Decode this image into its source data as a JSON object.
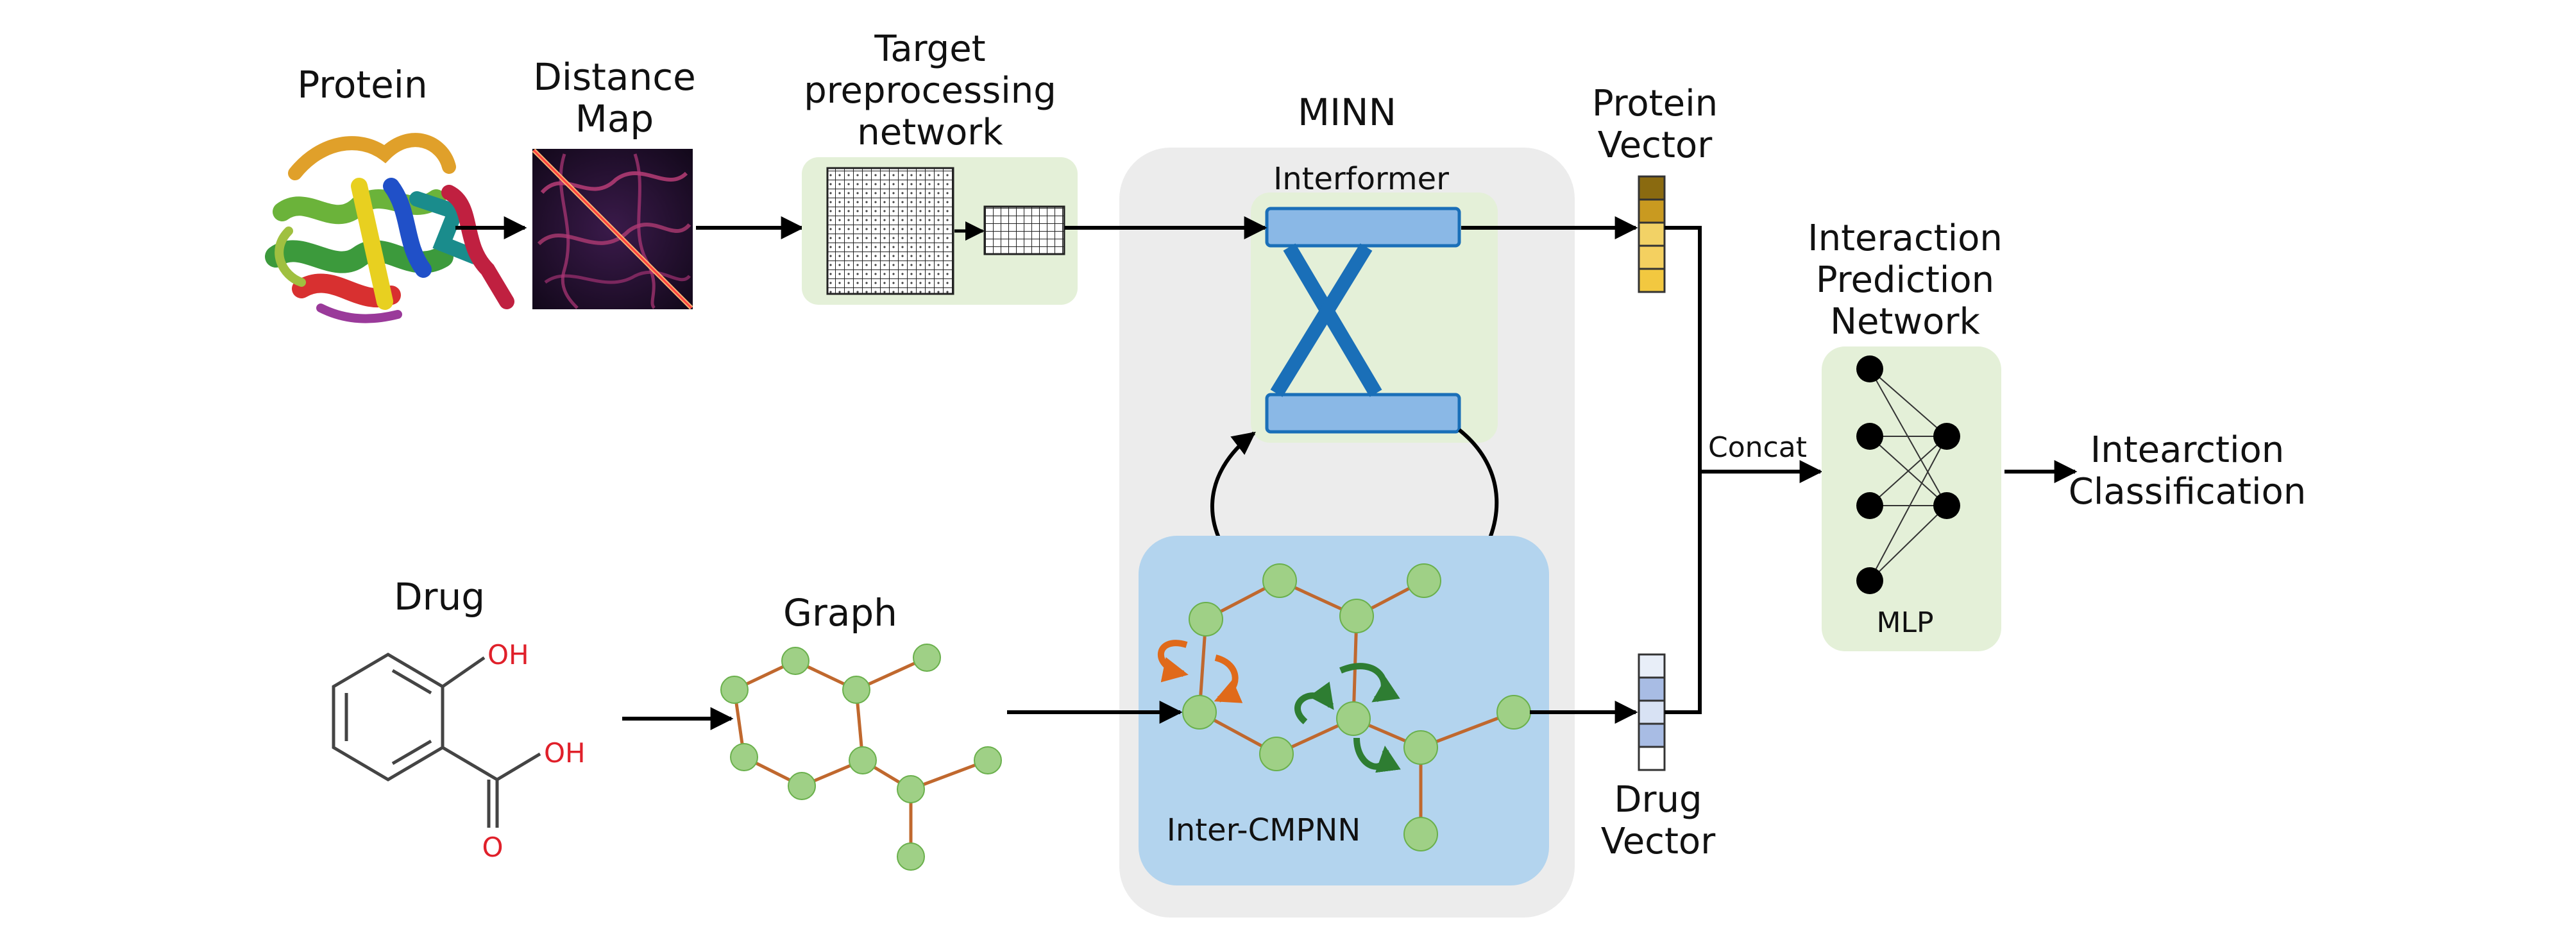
{
  "labels": {
    "protein": "Protein",
    "distance_map_1": "Distance",
    "distance_map_2": "Map",
    "target_1": "Target",
    "target_2": "preprocessing",
    "target_3": "network",
    "minn": "MINN",
    "interformer": "Interformer",
    "inter_cmpnn": "Inter-CMPNN",
    "protein_vector_1": "Protein",
    "protein_vector_2": "Vector",
    "drug_vector_1": "Drug",
    "drug_vector_2": "Vector",
    "ipn_1": "Interaction",
    "ipn_2": "Prediction",
    "ipn_3": "Network",
    "mlp": "MLP",
    "concat": "Concat",
    "output_1": "Intearction",
    "output_2": "Classification",
    "drug": "Drug",
    "graph": "Graph",
    "oh_top": "OH",
    "oh_right": "OH",
    "o_bottom": "O"
  },
  "colors": {
    "green_panel": "#e4f0d8",
    "gray_panel": "#ececec",
    "blue_panel": "#b3d4ee",
    "node_green": "#9fd086",
    "bond_orange": "#c0682e",
    "interformer_blue": "#1a6fb8",
    "red_atom": "#e0202a",
    "green_arrow": "#2e7d32",
    "orange_arrow": "#e06a1a"
  }
}
